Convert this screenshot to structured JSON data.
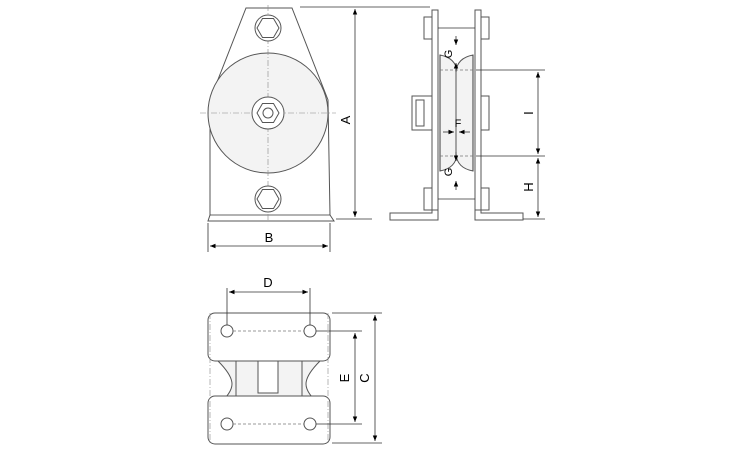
{
  "dimensions": {
    "A": "A",
    "B": "B",
    "C": "C",
    "D": "D",
    "E": "E",
    "F": "F",
    "G_top": "G",
    "G_bottom": "G",
    "H": "H",
    "I": "I"
  }
}
